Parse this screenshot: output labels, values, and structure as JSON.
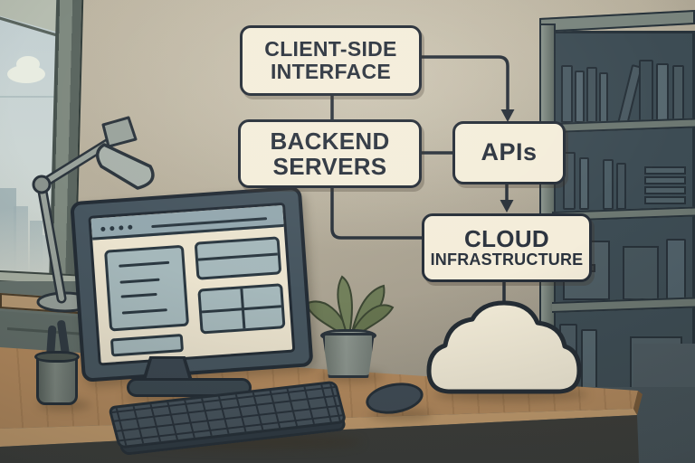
{
  "diagram": {
    "nodes": [
      {
        "id": "client-side-interface",
        "line1": "CLIENT-SIDE",
        "line2": "INTERFACE"
      },
      {
        "id": "backend-servers",
        "line1": "BACKEND",
        "line2": "SERVERS"
      },
      {
        "id": "apis",
        "line1": "APIs"
      },
      {
        "id": "cloud-infrastructure",
        "line1": "CLOUD",
        "line2": "INFRASTRUCTURE"
      }
    ],
    "edges": [
      {
        "from": "client-side-interface",
        "to": "backend-servers",
        "arrow": false
      },
      {
        "from": "client-side-interface",
        "to": "apis",
        "arrow": true
      },
      {
        "from": "backend-servers",
        "to": "apis",
        "arrow": false
      },
      {
        "from": "apis",
        "to": "cloud-infrastructure",
        "arrow": true
      },
      {
        "from": "backend-servers",
        "to": "cloud-infrastructure",
        "arrow": false
      },
      {
        "from": "cloud-infrastructure",
        "to": "cloud-icon",
        "arrow": false
      }
    ],
    "colors": {
      "node_fill": "#f4edda",
      "node_border": "#262e38",
      "node_text": "#2b333e",
      "connector": "#29313a"
    }
  },
  "scene": {
    "objects": [
      "desk-lamp",
      "window-city-view",
      "computer-monitor",
      "browser-mockup",
      "keyboard",
      "mouse",
      "potted-plant",
      "pen-cup",
      "wooden-desk",
      "bookshelf",
      "cloud-icon"
    ],
    "colors": {
      "wall": "#b0a997",
      "desk_wood": "#b68b5e",
      "monitor_frame": "#46555f",
      "screen_bg": "#ebe3ce",
      "screen_panel": "#a5b8bb",
      "bookshelf_interior": "#3d4c54",
      "sky": "#c9d5d5",
      "plant_leaf": "#6d7b57"
    }
  }
}
